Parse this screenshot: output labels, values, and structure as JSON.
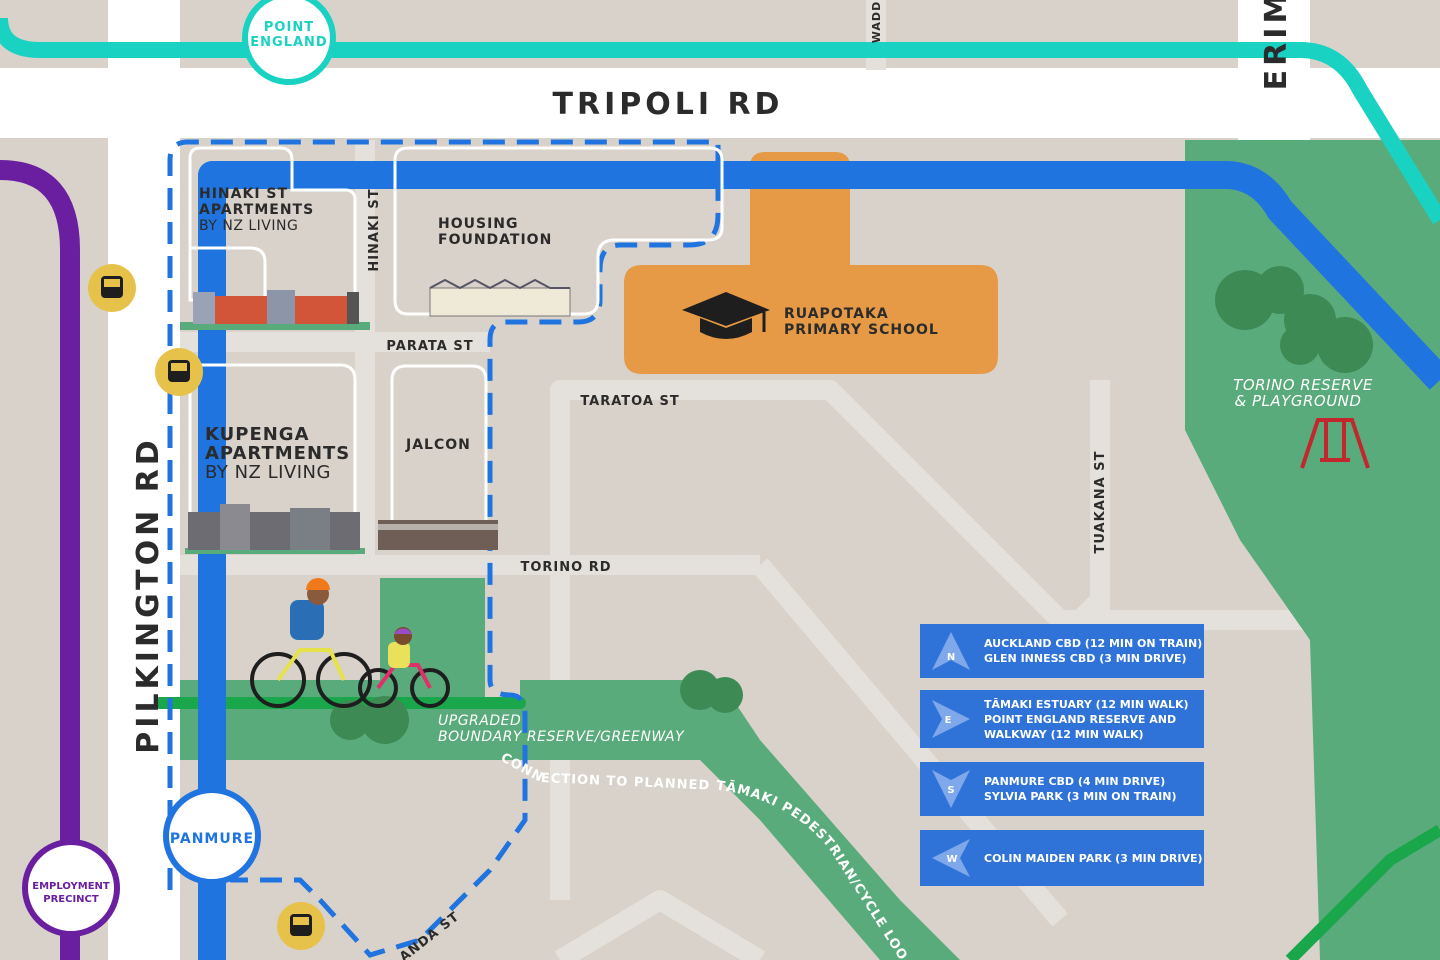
{
  "roads": {
    "tripoli": "TRIPOLI RD",
    "pilkington": "PILKINGTON RD",
    "erim": "ERIM",
    "wadd": "WADD",
    "hinaki": "HINAKI ST",
    "parata": "PARATA ST",
    "taratoa": "TARATOA ST",
    "torino": "TORINO RD",
    "tuakana": "TUAKANA ST",
    "anda": "ANDA ST"
  },
  "stations": {
    "point_england_1": "POINT",
    "point_england_2": "ENGLAND",
    "panmure": "PANMURE",
    "employment_1": "EMPLOYMENT",
    "employment_2": "PRECINCT"
  },
  "places": {
    "hinaki_apts_1": "HINAKI ST",
    "hinaki_apts_2": "APARTMENTS",
    "hinaki_apts_3": "BY NZ LIVING",
    "housing_1": "HOUSING",
    "housing_2": "FOUNDATION",
    "kupenga_1": "KUPENGA",
    "kupenga_2": "APARTMENTS",
    "kupenga_3": "BY NZ LIVING",
    "jalcon": "JALCON",
    "school_1": "RUAPOTAKA",
    "school_2": "PRIMARY SCHOOL",
    "torino_reserve_1": "TORINO RESERVE",
    "torino_reserve_2": "& PLAYGROUND",
    "greenway_1": "UPGRADED",
    "greenway_2": "BOUNDARY RESERVE/GREENWAY",
    "connection": "CONNECTION TO PLANNED TĀMAKI PEDESTRIAN/CYCLE LOOP"
  },
  "legend": [
    {
      "dir": "N",
      "lines": [
        "AUCKLAND CBD (12 MIN ON TRAIN)",
        "GLEN INNESS CBD (3 MIN DRIVE)"
      ]
    },
    {
      "dir": "E",
      "lines": [
        "TĀMAKI ESTUARY (12 MIN WALK)",
        "POINT ENGLAND RESERVE AND",
        "WALKWAY (12 MIN WALK)"
      ]
    },
    {
      "dir": "S",
      "lines": [
        "PANMURE CBD (4 MIN DRIVE)",
        "SYLVIA PARK (3 MIN ON TRAIN)"
      ]
    },
    {
      "dir": "W",
      "lines": [
        "COLIN MAIDEN PARK (3 MIN DRIVE)"
      ]
    }
  ],
  "colors": {
    "land": "#d8d2ca",
    "road": "#ffffff",
    "minor_road": "#e4e1dc",
    "train_teal": "#19d2c2",
    "bus_blue": "#1f74e0",
    "purple": "#6a1fa0",
    "green": "#5aab7b",
    "green_line": "#1aa64a",
    "school": "#e69a46",
    "legend": "#2f73d8",
    "bus_stop": "#e7c24a"
  }
}
